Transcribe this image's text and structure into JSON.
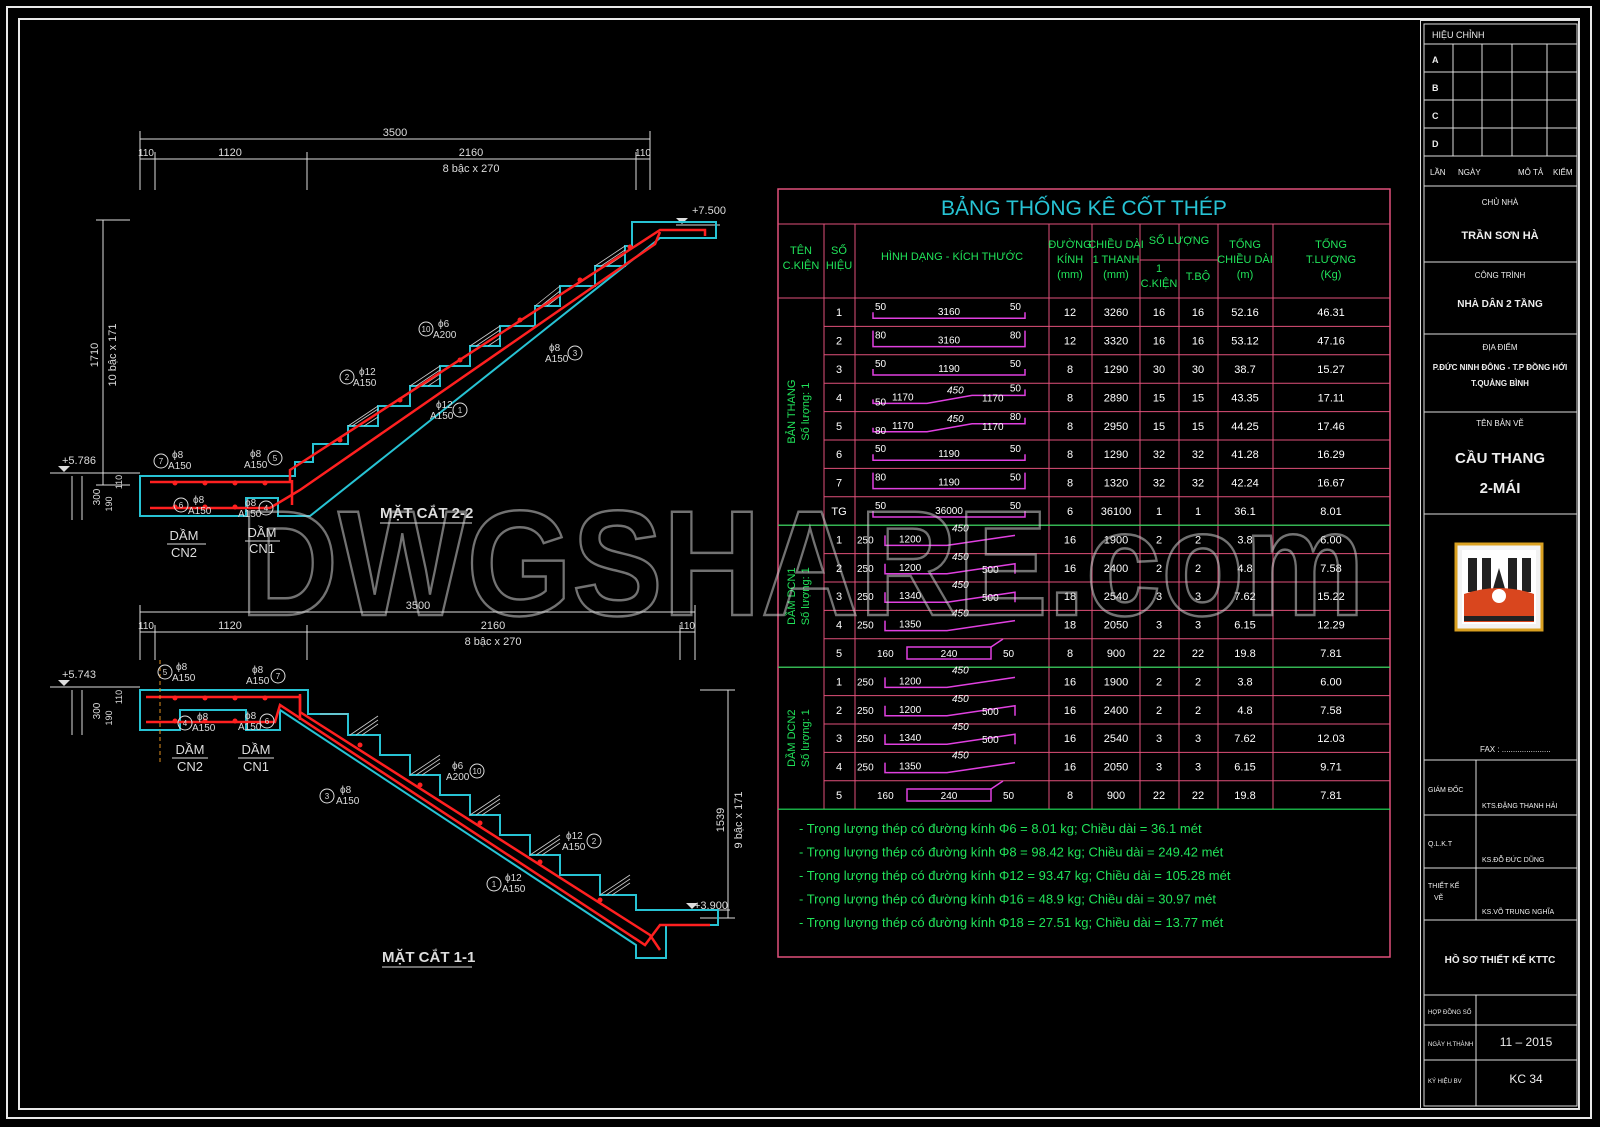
{
  "drawing": {
    "section_22": {
      "title": "MẶT CẮT 2-2",
      "dim_total": "3500",
      "dims": [
        "110",
        "1120",
        "2160",
        "110"
      ],
      "steps_label": "8 bậc x 270",
      "height": "1710",
      "height_steps": "10 bậc x 171",
      "level_top": "+7.500",
      "level_bottom": "+5.786",
      "slab_dims": [
        "300",
        "190",
        "110"
      ],
      "beam_cn2": [
        "DẦM",
        "CN2"
      ],
      "beam_cn1": [
        "DẦM",
        "CN1"
      ],
      "rebars": [
        {
          "no": "10",
          "spec": "ϕ6",
          "spacing": "A200"
        },
        {
          "no": "3",
          "spec": "ϕ8",
          "spacing": "A150"
        },
        {
          "no": "2",
          "spec": "ϕ12",
          "spacing": "A150"
        },
        {
          "no": "1",
          "spec": "ϕ12",
          "spacing": "A150"
        },
        {
          "no": "7",
          "spec": "ϕ8",
          "spacing": "A150"
        },
        {
          "no": "5",
          "spec": "ϕ8",
          "spacing": "A150"
        },
        {
          "no": "6",
          "spec": "ϕ8",
          "spacing": "A150"
        },
        {
          "no": "4",
          "spec": "ϕ8",
          "spacing": "A150"
        }
      ]
    },
    "section_11": {
      "title": "MẶT CẮT 1-1",
      "dim_total": "3500",
      "dims": [
        "110",
        "1120",
        "2160",
        "110"
      ],
      "steps_label": "8 bậc x 270",
      "height": "1539",
      "height_steps": "9 bậc x 171",
      "level_top": "+5.743",
      "level_bottom": "+3.900",
      "slab_dims": [
        "300",
        "190",
        "110"
      ],
      "beam_cn2": [
        "DẦM",
        "CN2"
      ],
      "beam_cn1": [
        "DẦM",
        "CN1"
      ],
      "rebars": [
        {
          "no": "5",
          "spec": "ϕ8",
          "spacing": "A150"
        },
        {
          "no": "7",
          "spec": "ϕ8",
          "spacing": "A150"
        },
        {
          "no": "4",
          "spec": "ϕ8",
          "spacing": "A150"
        },
        {
          "no": "6",
          "spec": "ϕ8",
          "spacing": "A150"
        },
        {
          "no": "10",
          "spec": "ϕ6",
          "spacing": "A200"
        },
        {
          "no": "3",
          "spec": "ϕ8",
          "spacing": "A150"
        },
        {
          "no": "2",
          "spec": "ϕ12",
          "spacing": "A150"
        },
        {
          "no": "1",
          "spec": "ϕ12",
          "spacing": "A150"
        }
      ]
    }
  },
  "steel_table": {
    "title": "BẢNG THỐNG KÊ CỐT THÉP",
    "headers": {
      "ten": [
        "TÊN",
        "C.KIỆN"
      ],
      "so": [
        "SỐ",
        "HIỆU"
      ],
      "hinh": "HÌNH DẠNG - KÍCH THƯỚC",
      "duong": [
        "ĐƯỜNG",
        "KÍNH",
        "(mm)"
      ],
      "chieu": [
        "CHIỀU DÀI",
        "1 THANH",
        "(mm)"
      ],
      "soluong": "SỐ LƯỢNG",
      "sl1": [
        "1",
        "C.KIỆN"
      ],
      "sl2": "T.BỘ",
      "tong_cd": [
        "TỔNG",
        "CHIỀU DÀI",
        "(m)"
      ],
      "tong_tl": [
        "TỔNG",
        "T.LƯỢNG",
        "(Kg)"
      ]
    },
    "groups": [
      {
        "name": "BẢN THANG",
        "qty": "Số lượng: 1",
        "rows": 8
      },
      {
        "name": "DẦM DCN1",
        "qty": "Số lượng: 1",
        "rows": 5
      },
      {
        "name": "DẦM DCN2",
        "qty": "Số lượng: 1",
        "rows": 5
      }
    ],
    "rows": [
      {
        "no": "1",
        "shape": "straight",
        "dims": [
          "50",
          "3160",
          "50"
        ],
        "d": "12",
        "len": "3260",
        "qc": "16",
        "qt": "16",
        "tl": "52.16",
        "tw": "46.31"
      },
      {
        "no": "2",
        "shape": "u",
        "dims": [
          "80",
          "3160",
          "80"
        ],
        "d": "12",
        "len": "3320",
        "qc": "16",
        "qt": "16",
        "tl": "53.12",
        "tw": "47.16"
      },
      {
        "no": "3",
        "shape": "straight",
        "dims": [
          "50",
          "1190",
          "50"
        ],
        "d": "8",
        "len": "1290",
        "qc": "30",
        "qt": "30",
        "tl": "38.7",
        "tw": "15.27"
      },
      {
        "no": "4",
        "shape": "bent",
        "dims": [
          "50",
          "1170",
          "450",
          "1170",
          "50"
        ],
        "d": "8",
        "len": "2890",
        "qc": "15",
        "qt": "15",
        "tl": "43.35",
        "tw": "17.11"
      },
      {
        "no": "5",
        "shape": "bent",
        "dims": [
          "80",
          "1170",
          "450",
          "1170",
          "80"
        ],
        "d": "8",
        "len": "2950",
        "qc": "15",
        "qt": "15",
        "tl": "44.25",
        "tw": "17.46"
      },
      {
        "no": "6",
        "shape": "straight",
        "dims": [
          "50",
          "1190",
          "50"
        ],
        "d": "8",
        "len": "1290",
        "qc": "32",
        "qt": "32",
        "tl": "41.28",
        "tw": "16.29"
      },
      {
        "no": "7",
        "shape": "u",
        "dims": [
          "80",
          "1190",
          "50"
        ],
        "d": "8",
        "len": "1320",
        "qc": "32",
        "qt": "32",
        "tl": "42.24",
        "tw": "16.67"
      },
      {
        "no": "TG",
        "shape": "straight",
        "dims": [
          "50",
          "36000",
          "50"
        ],
        "d": "6",
        "len": "36100",
        "qc": "1",
        "qt": "1",
        "tl": "36.1",
        "tw": "8.01"
      },
      {
        "no": "1",
        "shape": "slope",
        "dims": [
          "250",
          "1200",
          "450"
        ],
        "d": "16",
        "len": "1900",
        "qc": "2",
        "qt": "2",
        "tl": "3.8",
        "tw": "6.00"
      },
      {
        "no": "2",
        "shape": "slope2",
        "dims": [
          "250",
          "1200",
          "450",
          "500"
        ],
        "d": "16",
        "len": "2400",
        "qc": "2",
        "qt": "2",
        "tl": "4.8",
        "tw": "7.58"
      },
      {
        "no": "3",
        "shape": "slope2",
        "dims": [
          "250",
          "1340",
          "450",
          "500"
        ],
        "d": "18",
        "len": "2540",
        "qc": "3",
        "qt": "3",
        "tl": "7.62",
        "tw": "15.22"
      },
      {
        "no": "4",
        "shape": "slope",
        "dims": [
          "250",
          "1350",
          "450"
        ],
        "d": "18",
        "len": "2050",
        "qc": "3",
        "qt": "3",
        "tl": "6.15",
        "tw": "12.29"
      },
      {
        "no": "5",
        "shape": "stirrup",
        "dims": [
          "160",
          "240",
          "50"
        ],
        "d": "8",
        "len": "900",
        "qc": "22",
        "qt": "22",
        "tl": "19.8",
        "tw": "7.81"
      },
      {
        "no": "1",
        "shape": "slope",
        "dims": [
          "250",
          "1200",
          "450"
        ],
        "d": "16",
        "len": "1900",
        "qc": "2",
        "qt": "2",
        "tl": "3.8",
        "tw": "6.00"
      },
      {
        "no": "2",
        "shape": "slope2",
        "dims": [
          "250",
          "1200",
          "450",
          "500"
        ],
        "d": "16",
        "len": "2400",
        "qc": "2",
        "qt": "2",
        "tl": "4.8",
        "tw": "7.58"
      },
      {
        "no": "3",
        "shape": "slope2",
        "dims": [
          "250",
          "1340",
          "450",
          "500"
        ],
        "d": "16",
        "len": "2540",
        "qc": "3",
        "qt": "3",
        "tl": "7.62",
        "tw": "12.03"
      },
      {
        "no": "4",
        "shape": "slope",
        "dims": [
          "250",
          "1350",
          "450"
        ],
        "d": "16",
        "len": "2050",
        "qc": "3",
        "qt": "3",
        "tl": "6.15",
        "tw": "9.71"
      },
      {
        "no": "5",
        "shape": "stirrup",
        "dims": [
          "160",
          "240",
          "50"
        ],
        "d": "8",
        "len": "900",
        "qc": "22",
        "qt": "22",
        "tl": "19.8",
        "tw": "7.81"
      }
    ],
    "summary": [
      "- Trọng lượng thép có đường kính Φ6  =  8.01 kg; Chiều dài = 36.1 mét",
      "- Trọng lượng thép có đường kính Φ8  =  98.42 kg; Chiều dài = 249.42 mét",
      "- Trọng lượng thép có đường kính Φ12  =  93.47 kg; Chiều dài = 105.28 mét",
      "- Trọng lượng thép có đường kính Φ16  =  48.9 kg; Chiều dài = 30.97 mét",
      "- Trọng lượng thép có đường kính Φ18  =  27.51 kg; Chiều dài = 13.77 mét"
    ]
  },
  "title_block": {
    "revision_label": "HIỆU CHỈNH",
    "revision_rows": [
      "A",
      "B",
      "C",
      "D"
    ],
    "revision_cols": [
      "LẦN",
      "NGÀY",
      "MÔ TẢ",
      "KIỂM"
    ],
    "owner_label": "CHỦ NHÀ",
    "owner": "TRẦN SƠN HÀ",
    "project_label": "CÔNG TRÌNH",
    "project": "NHÀ DÂN 2 TẦNG",
    "location_label": "ĐỊA ĐIỂM",
    "location": [
      "P.ĐỨC NINH ĐÔNG - T.P ĐỒNG HỚI",
      "T.QUẢNG BÌNH"
    ],
    "drawing_name_label": "TÊN BẢN VẼ",
    "drawing_name": [
      "CẦU THANG",
      "2-MÁI"
    ],
    "fax": "FAX : ......................",
    "director_label": "GIÁM ĐỐC",
    "director": "KTS.ĐẶNG THANH HẢI",
    "qlkt_label": "Q.L.K.T",
    "qlkt": "KS.ĐỖ ĐỨC DŨNG",
    "design_label": [
      "THIẾT KẾ",
      "VẼ"
    ],
    "designer": "KS.VÕ TRUNG NGHĨA",
    "dossier": "HỒ SƠ THIẾT KẾ KTTC",
    "contract_label": "HỢP ĐỒNG SỐ",
    "date_label": "NGÀY H.THÀNH",
    "date": "11  – 2015",
    "code_label": "KÝ HIỆU BV",
    "code": "KC  34"
  },
  "watermark": "DWGSHARE.com",
  "colors": {
    "concrete": "#27c3d4",
    "rebar": "#ff2020",
    "table_green": "#21e35a",
    "table_border": "#e0517a",
    "title_cyan": "#27c3d4",
    "shape": "#e040e0"
  }
}
